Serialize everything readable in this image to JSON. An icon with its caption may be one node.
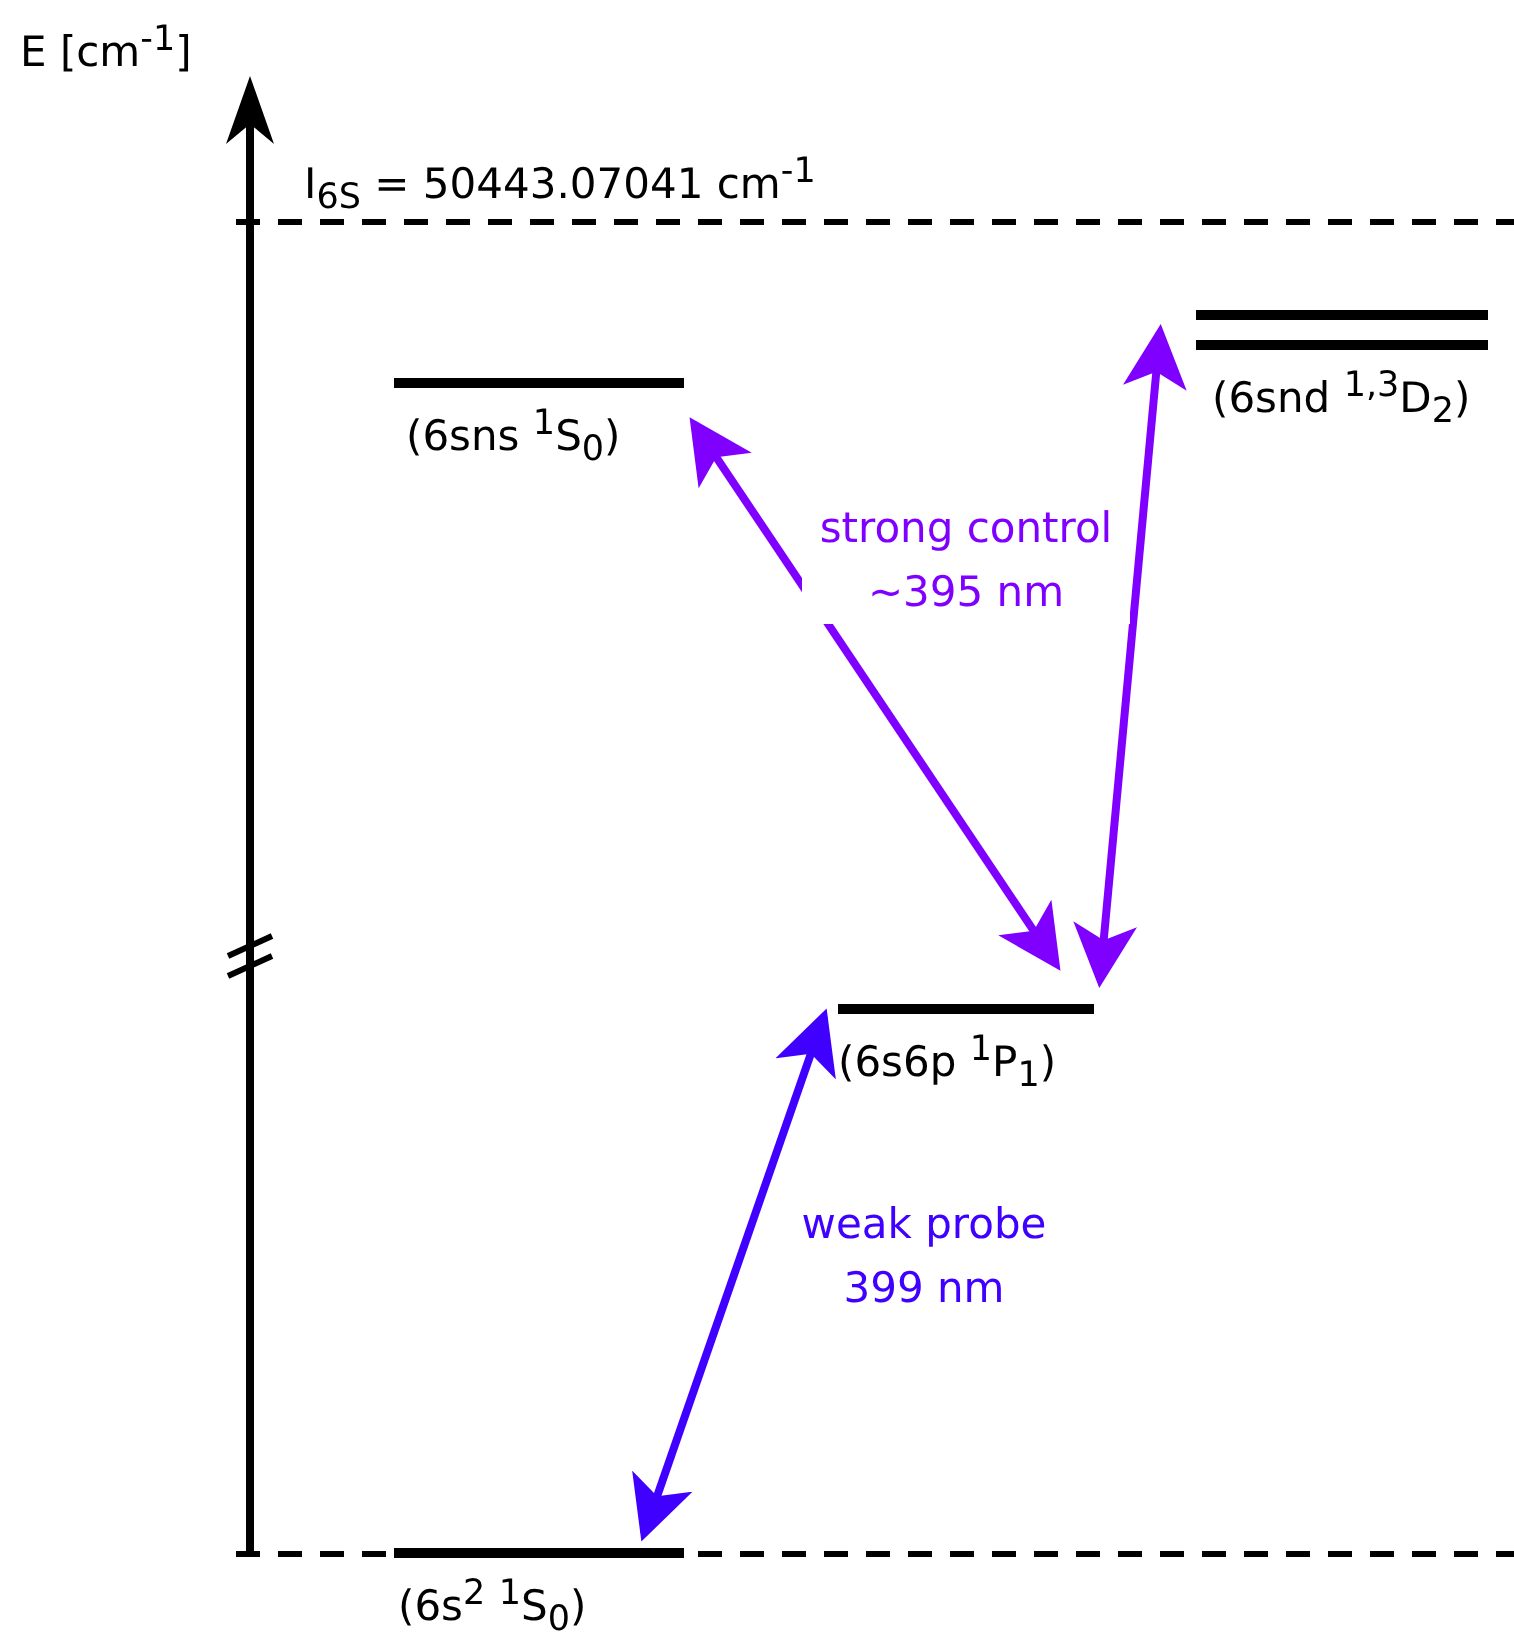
{
  "diagram": {
    "nodes": [
      {
        "text": [
          "(6sns $^{1}$S$_{0}$)"
        ]
      },
      {
        "text": [
          "(6snd $^{1,3}$D$_{2}$)"
        ]
      },
      {
        "text": [
          "(6s6p $^{1}$P$_{1}$)"
        ]
      },
      {
        "text": [
          "(6s$^{2}$ $^{1}$S$_{0}$)"
        ]
      }
    ],
    "edges": [
      {
        "from": 0,
        "to": 2,
        "arrow": "both",
        "label": "strong control ~395 nm"
      },
      {
        "from": 1,
        "to": 2,
        "arrow": "both"
      },
      {
        "from": 2,
        "to": 3,
        "arrow": "both",
        "label": "weak probe 399 nm",
        "color": "#4000ff"
      }
    ],
    "labels": [
      "E [cm$^{-1}$]",
      "I$_{6S}$ = 50443.07041 cm$^{-1}$"
    ]
  }
}
